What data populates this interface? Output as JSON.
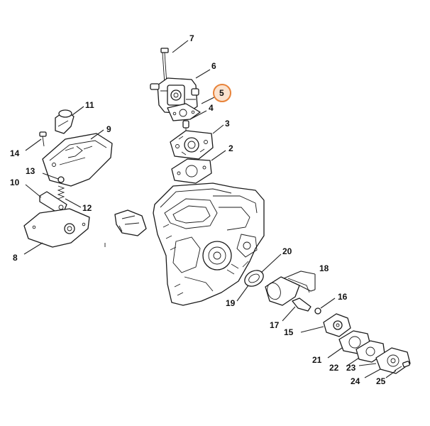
{
  "callouts": [
    {
      "id": "part-7",
      "label": "7"
    },
    {
      "id": "part-6",
      "label": "6"
    },
    {
      "id": "part-5",
      "label": "5",
      "highlighted": true
    },
    {
      "id": "part-4",
      "label": "4"
    },
    {
      "id": "part-3",
      "label": "3"
    },
    {
      "id": "part-2",
      "label": "2"
    },
    {
      "id": "part-11",
      "label": "11"
    },
    {
      "id": "part-9",
      "label": "9"
    },
    {
      "id": "part-14",
      "label": "14"
    },
    {
      "id": "part-13",
      "label": "13"
    },
    {
      "id": "part-10",
      "label": "10"
    },
    {
      "id": "part-12",
      "label": "12"
    },
    {
      "id": "part-8",
      "label": "8"
    },
    {
      "id": "part-20",
      "label": "20"
    },
    {
      "id": "part-18",
      "label": "18"
    },
    {
      "id": "part-19",
      "label": "19"
    },
    {
      "id": "part-16",
      "label": "16"
    },
    {
      "id": "part-17",
      "label": "17"
    },
    {
      "id": "part-15",
      "label": "15"
    },
    {
      "id": "part-21",
      "label": "21"
    },
    {
      "id": "part-22",
      "label": "22"
    },
    {
      "id": "part-23",
      "label": "23"
    },
    {
      "id": "part-24",
      "label": "24"
    },
    {
      "id": "part-25",
      "label": "25"
    }
  ],
  "colors": {
    "highlight_fill": "#fbe3cf",
    "highlight_stroke": "#e8833a",
    "line": "#1a1a1a"
  }
}
